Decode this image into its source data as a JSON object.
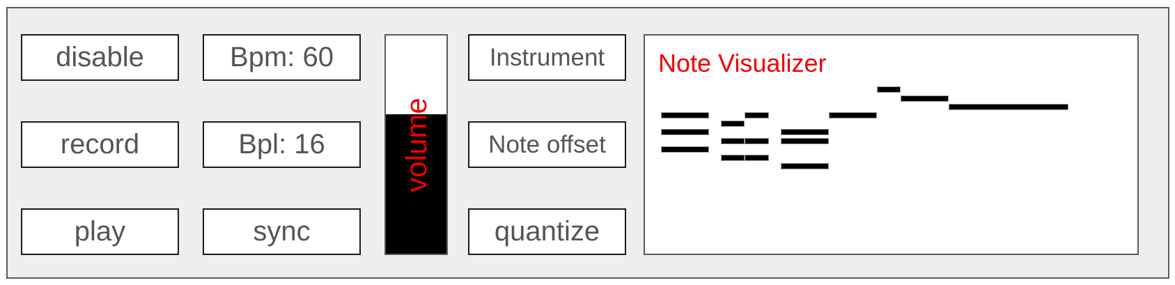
{
  "controls": {
    "left_column": [
      {
        "label": "disable"
      },
      {
        "label": "record"
      },
      {
        "label": "play"
      }
    ],
    "middle_column": [
      {
        "label": "Bpm: 60"
      },
      {
        "label": "Bpl: 16"
      },
      {
        "label": "sync"
      }
    ],
    "right_column": [
      {
        "label": "Instrument"
      },
      {
        "label": "Note offset"
      },
      {
        "label": "quantize"
      }
    ]
  },
  "volume": {
    "label": "volume",
    "level": 0.64,
    "label_color": "#ee0000",
    "fill_color": "#000000"
  },
  "visualizer": {
    "title": "Note Visualizer",
    "title_color": "#ee0000",
    "notes": [
      {
        "start": 0,
        "duration": 4,
        "pitch": 0
      },
      {
        "start": 0,
        "duration": 4,
        "pitch": -2
      },
      {
        "start": 0,
        "duration": 4,
        "pitch": -4
      },
      {
        "start": 5,
        "duration": 2,
        "pitch": -1
      },
      {
        "start": 5,
        "duration": 2,
        "pitch": -3
      },
      {
        "start": 5,
        "duration": 2,
        "pitch": -5
      },
      {
        "start": 7,
        "duration": 2,
        "pitch": 0
      },
      {
        "start": 7,
        "duration": 2,
        "pitch": -3
      },
      {
        "start": 7,
        "duration": 2,
        "pitch": -5
      },
      {
        "start": 10,
        "duration": 4,
        "pitch": -2
      },
      {
        "start": 10,
        "duration": 4,
        "pitch": -3
      },
      {
        "start": 10,
        "duration": 4,
        "pitch": -6
      },
      {
        "start": 14,
        "duration": 4,
        "pitch": 0
      },
      {
        "start": 18,
        "duration": 2,
        "pitch": 3
      },
      {
        "start": 20,
        "duration": 4,
        "pitch": 2
      },
      {
        "start": 24,
        "duration": 10,
        "pitch": 1
      }
    ]
  }
}
